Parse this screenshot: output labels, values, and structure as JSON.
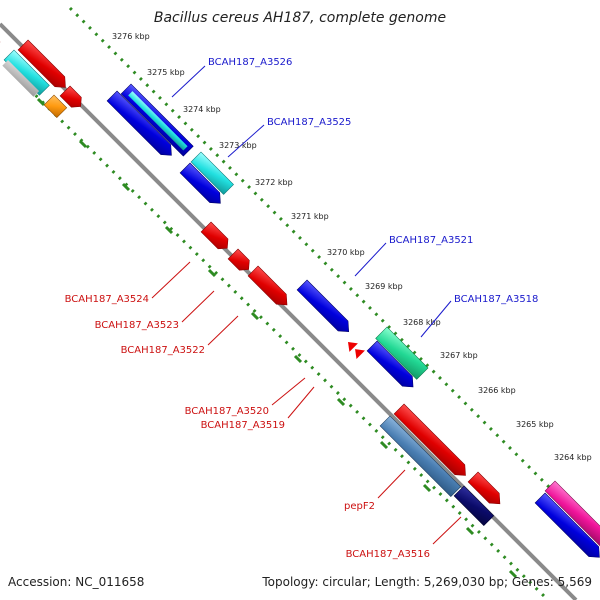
{
  "title": "Bacillus cereus AH187, complete genome",
  "footer": {
    "accession": "Accession: NC_011658",
    "topology": "Topology: circular; Length: 5,269,030 bp; Genes: 5,569"
  },
  "colors": {
    "backbone": "#8a8a8a",
    "tick_dots": "#2e8b22",
    "label_blue": "#1a1acc",
    "label_red": "#cc1111"
  },
  "ruler_labels": [
    "3276 kbp",
    "3275 kbp",
    "3274 kbp",
    "3273 kbp",
    "3272 kbp",
    "3271 kbp",
    "3270 kbp",
    "3269 kbp",
    "3268 kbp",
    "3267 kbp",
    "3266 kbp",
    "3265 kbp",
    "3264 kbp"
  ],
  "gene_labels": {
    "blue": [
      "BCAH187_A3526",
      "BCAH187_A3525",
      "BCAH187_A3521",
      "BCAH187_A3518"
    ],
    "red": [
      "BCAH187_A3524",
      "BCAH187_A3523",
      "BCAH187_A3522",
      "BCAH187_A3520",
      "BCAH187_A3519",
      "pepF2",
      "BCAH187_A3516"
    ]
  }
}
